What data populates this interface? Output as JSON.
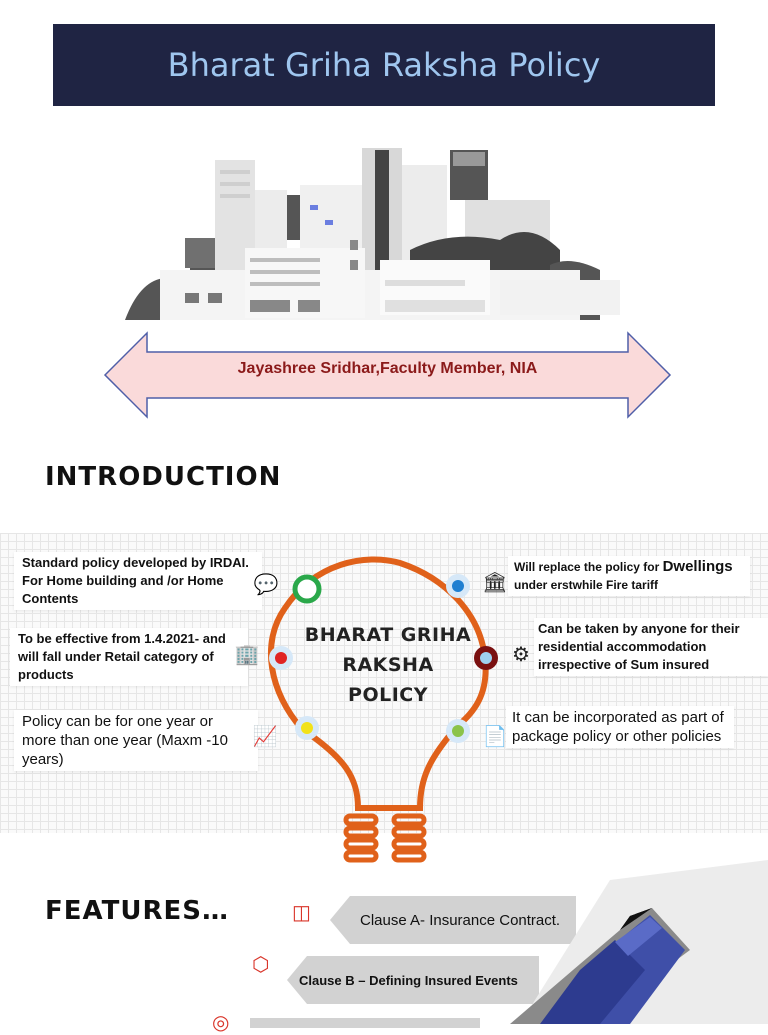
{
  "title": "Bharat Griha Raksha Policy",
  "author": "Jayashree Sridhar,Faculty Member, NIA",
  "introduction": {
    "heading": "INTRODUCTION",
    "center_lines": [
      "BHARAT GRIHA",
      "RAKSHA",
      "POLICY"
    ],
    "left_items": [
      {
        "text": "Standard policy developed by IRDAI. For Home building and /or Home Contents",
        "icon": "chat-bubbles-icon"
      },
      {
        "text": "To be effective from 1.4.2021- and will fall under Retail category of products",
        "icon": "building-icon"
      },
      {
        "text": "Policy can be for one year or more than one year (Maxm -10 years)",
        "icon": "growth-chart-icon"
      }
    ],
    "right_items": [
      {
        "text_prefix": "Will replace the policy for ",
        "text_emph": "Dwellings",
        "text_suffix": "under erstwhile Fire tariff",
        "icon": "bank-icon"
      },
      {
        "text": "Can be taken by anyone for their residential  accommodation irrespective of Sum insured",
        "icon": "gears-icon"
      },
      {
        "text": "It can be incorporated as part of package policy or other policies",
        "icon": "document-icon"
      }
    ],
    "node_colors": {
      "green": "#2aa84a",
      "red": "#e02424",
      "yellow": "#f2e21a",
      "blue": "#1f7fd1",
      "maroon": "#7a1010",
      "lime": "#8bc34a"
    },
    "bulb_color": "#e0611a"
  },
  "features": {
    "heading": "FEATURES…",
    "clauses": [
      {
        "label": "Clause A- Insurance Contract.",
        "icon": "contract-icon"
      },
      {
        "label": "Clause B – Defining Insured Events",
        "icon": "boxes-icon"
      }
    ]
  },
  "colors": {
    "title_bg": "#1f2443",
    "title_text": "#9fc6ef",
    "arrow_fill": "#fadada",
    "arrow_stroke": "#4f5fa8",
    "author_text": "#8b1a1a"
  }
}
